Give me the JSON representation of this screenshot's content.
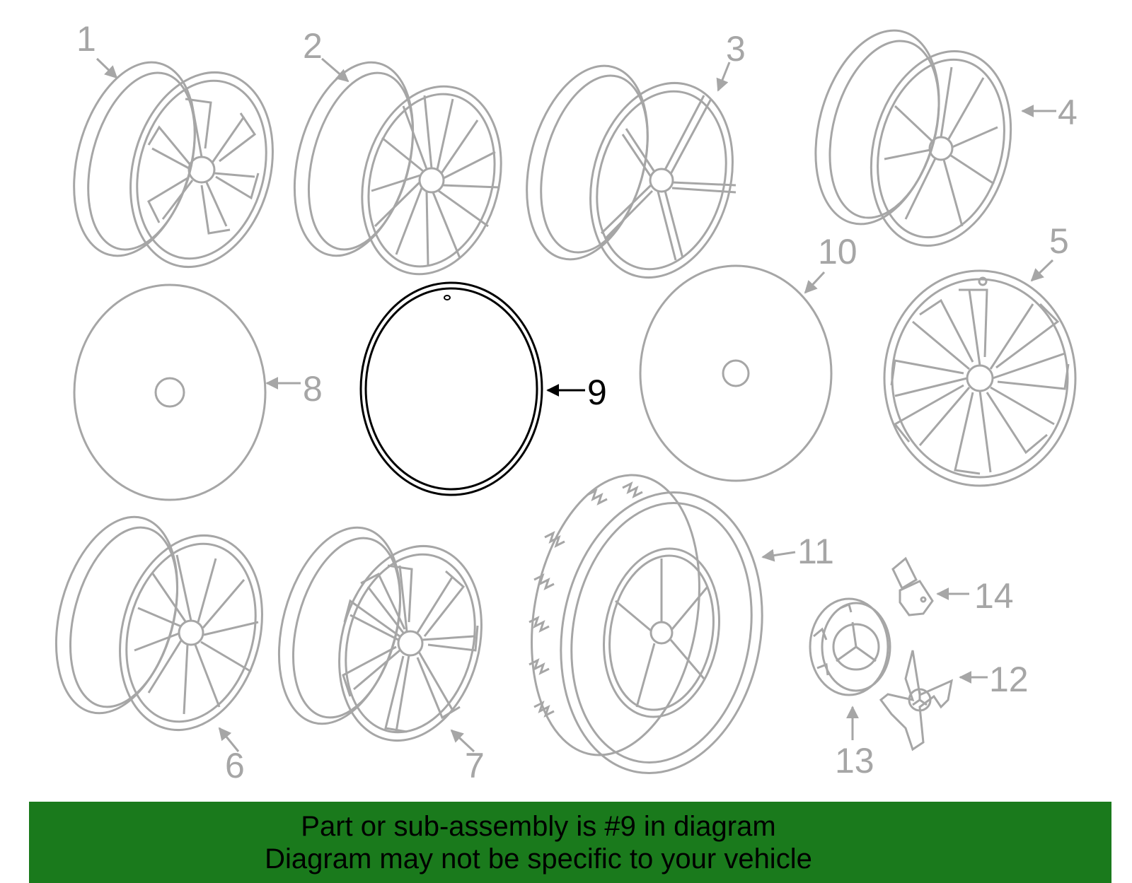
{
  "colors": {
    "part_gray": "#a6a6a6",
    "highlight": "#000000",
    "banner_bg": "#1a7a1c"
  },
  "callouts": {
    "c1": "1",
    "c2": "2",
    "c3": "3",
    "c4": "4",
    "c5": "5",
    "c6": "6",
    "c7": "7",
    "c8": "8",
    "c9": "9",
    "c10": "10",
    "c11": "11",
    "c12": "12",
    "c13": "13",
    "c14": "14"
  },
  "banner": {
    "line1": "Part or sub-assembly is #9 in diagram",
    "line2": "Diagram may not be specific to your vehicle"
  }
}
